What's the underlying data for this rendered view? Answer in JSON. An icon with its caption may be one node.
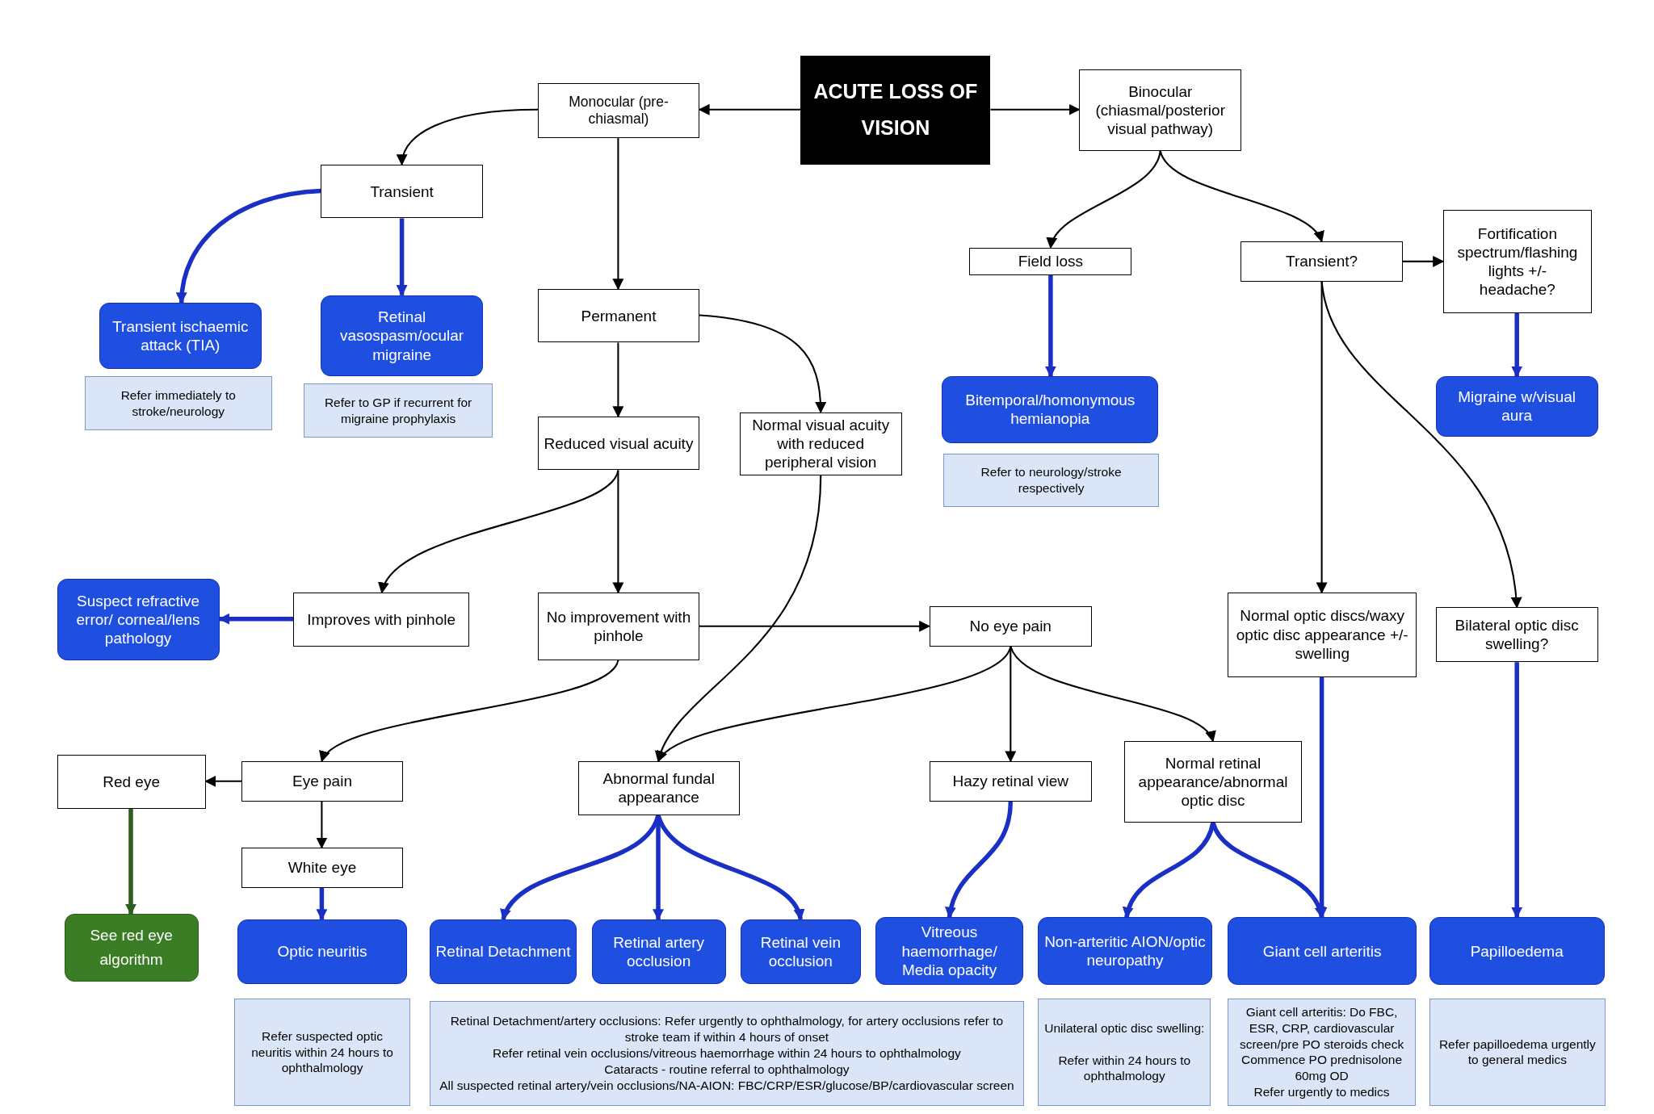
{
  "diagram": {
    "nodes": [
      {
        "text": [
          "ACUTE LOSS OF VISION"
        ]
      },
      {
        "text": [
          "Monocular (pre-chiasmal)"
        ]
      },
      {
        "text": [
          "Binocular (chiasmal/posterior visual pathway)"
        ]
      },
      {
        "text": [
          "Transient"
        ]
      },
      {
        "text": [
          "Permanent"
        ]
      },
      {
        "text": [
          "Field loss"
        ]
      },
      {
        "text": [
          "Transient?"
        ]
      },
      {
        "text": [
          "Fortification spectrum/flashing lights +/- headache?"
        ]
      },
      {
        "text": [
          "Transient ischaemic attack (TIA)"
        ]
      },
      {
        "text": [
          "Retinal vasospasm/ocular migraine"
        ]
      },
      {
        "text": [
          "Bitemporal/homonymous hemianopia"
        ]
      },
      {
        "text": [
          "Migraine w/visual aura"
        ]
      },
      {
        "text": [
          "Refer immediately to stroke/neurology"
        ]
      },
      {
        "text": [
          "Refer to GP if recurrent for migraine prophylaxis"
        ]
      },
      {
        "text": [
          "Reduced visual acuity"
        ]
      },
      {
        "text": [
          "Normal visual acuity with reduced peripheral vision"
        ]
      },
      {
        "text": [
          "Refer to neurology/stroke respectively"
        ]
      },
      {
        "text": [
          "Suspect refractive error/ corneal/lens pathology"
        ]
      },
      {
        "text": [
          "Improves with pinhole"
        ]
      },
      {
        "text": [
          "No improvement with pinhole"
        ]
      },
      {
        "text": [
          "No eye pain"
        ]
      },
      {
        "text": [
          "Normal optic discs/waxy optic disc appearance +/- swelling"
        ]
      },
      {
        "text": [
          "Bilateral optic disc swelling?"
        ]
      },
      {
        "text": [
          "Red eye"
        ]
      },
      {
        "text": [
          "Eye pain"
        ]
      },
      {
        "text": [
          "Abnormal fundal appearance"
        ]
      },
      {
        "text": [
          "Hazy retinal view"
        ]
      },
      {
        "text": [
          "Normal retinal appearance/abnormal optic disc"
        ]
      },
      {
        "text": [
          "White eye"
        ]
      },
      {
        "text": [
          "See red eye algorithm"
        ]
      },
      {
        "text": [
          "Optic neuritis"
        ]
      },
      {
        "text": [
          "Retinal Detachment"
        ]
      },
      {
        "text": [
          "Retinal artery occlusion"
        ]
      },
      {
        "text": [
          "Retinal vein occlusion"
        ]
      },
      {
        "text": [
          "Vitreous haemorrhage/ Media opacity"
        ]
      },
      {
        "text": [
          "Non-arteritic AION/optic neuropathy"
        ]
      },
      {
        "text": [
          "Giant cell arteritis"
        ]
      },
      {
        "text": [
          "Papilloedema"
        ]
      },
      {
        "text": [
          "Refer suspected optic neuritis within 24 hours to ophthalmology"
        ]
      },
      {
        "text": [
          "Retinal Detachment/artery occlusions: Refer urgently to ophthalmology, for artery occlusions refer to stroke team if within 4 hours of onset",
          "Refer retinal vein occlusions/vitreous haemorrhage within 24 hours to ophthalmology",
          "Cataracts - routine referral to ophthalmology",
          "All suspected retinal artery/vein occlusions/NA-AION: FBC/CRP/ESR/glucose/BP/cardiovascular screen"
        ]
      },
      {
        "text": [
          "Unilateral optic disc swelling:",
          "Refer within 24 hours to ophthalmology"
        ]
      },
      {
        "text": [
          "Giant cell arteritis: Do FBC, ESR, CRP, cardiovascular screen/pre PO steroids check",
          "Commence PO prednisolone 60mg OD",
          "Refer urgently to medics"
        ]
      },
      {
        "text": [
          "Refer papilloedema urgently to general medics"
        ]
      }
    ],
    "edges": [
      {
        "from": 0,
        "to": 1,
        "arrow": "to"
      },
      {
        "from": 0,
        "to": 2,
        "arrow": "to"
      },
      {
        "from": 1,
        "to": 3,
        "arrow": "to"
      },
      {
        "from": 1,
        "to": 4,
        "arrow": "to"
      },
      {
        "from": 3,
        "to": 8,
        "arrow": "to",
        "style": "thick",
        "color": "#1a2fc4"
      },
      {
        "from": 3,
        "to": 9,
        "arrow": "to",
        "style": "thick",
        "color": "#1a2fc4"
      },
      {
        "from": 2,
        "to": 5,
        "arrow": "to"
      },
      {
        "from": 2,
        "to": 6,
        "arrow": "to"
      },
      {
        "from": 6,
        "to": 7,
        "arrow": "to"
      },
      {
        "from": 5,
        "to": 10,
        "arrow": "to",
        "style": "thick",
        "color": "#1a2fc4"
      },
      {
        "from": 7,
        "to": 11,
        "arrow": "to",
        "style": "thick",
        "color": "#1a2fc4"
      },
      {
        "from": 4,
        "to": 14,
        "arrow": "to"
      },
      {
        "from": 4,
        "to": 15,
        "arrow": "to"
      },
      {
        "from": 14,
        "to": 18,
        "arrow": "to"
      },
      {
        "from": 14,
        "to": 19,
        "arrow": "to"
      },
      {
        "from": 18,
        "to": 17,
        "arrow": "to",
        "style": "thick",
        "color": "#1a2fc4"
      },
      {
        "from": 19,
        "to": 20,
        "arrow": "to"
      },
      {
        "from": 19,
        "to": 24,
        "arrow": "to"
      },
      {
        "from": 15,
        "to": 25,
        "arrow": "to"
      },
      {
        "from": 20,
        "to": 25,
        "arrow": "to"
      },
      {
        "from": 20,
        "to": 26,
        "arrow": "to"
      },
      {
        "from": 20,
        "to": 27,
        "arrow": "to"
      },
      {
        "from": 6,
        "to": 21,
        "arrow": "to"
      },
      {
        "from": 6,
        "to": 22,
        "arrow": "to"
      },
      {
        "from": 24,
        "to": 23,
        "arrow": "to"
      },
      {
        "from": 24,
        "to": 28,
        "arrow": "to"
      },
      {
        "from": 23,
        "to": 29,
        "arrow": "to",
        "style": "thick",
        "color": "#2d5e1e"
      },
      {
        "from": 28,
        "to": 30,
        "arrow": "to",
        "style": "thick",
        "color": "#1a2fc4"
      },
      {
        "from": 25,
        "to": 31,
        "arrow": "to",
        "style": "thick",
        "color": "#1a2fc4"
      },
      {
        "from": 25,
        "to": 32,
        "arrow": "to",
        "style": "thick",
        "color": "#1a2fc4"
      },
      {
        "from": 25,
        "to": 33,
        "arrow": "to",
        "style": "thick",
        "color": "#1a2fc4"
      },
      {
        "from": 26,
        "to": 34,
        "arrow": "to",
        "style": "thick",
        "color": "#1a2fc4"
      },
      {
        "from": 27,
        "to": 35,
        "arrow": "to",
        "style": "thick",
        "color": "#1a2fc4"
      },
      {
        "from": 27,
        "to": 36,
        "arrow": "to",
        "style": "thick",
        "color": "#1a2fc4"
      },
      {
        "from": 21,
        "to": 36,
        "arrow": "to",
        "style": "thick",
        "color": "#1a2fc4"
      },
      {
        "from": 22,
        "to": 37,
        "arrow": "to",
        "style": "thick",
        "color": "#1a2fc4"
      }
    ]
  }
}
